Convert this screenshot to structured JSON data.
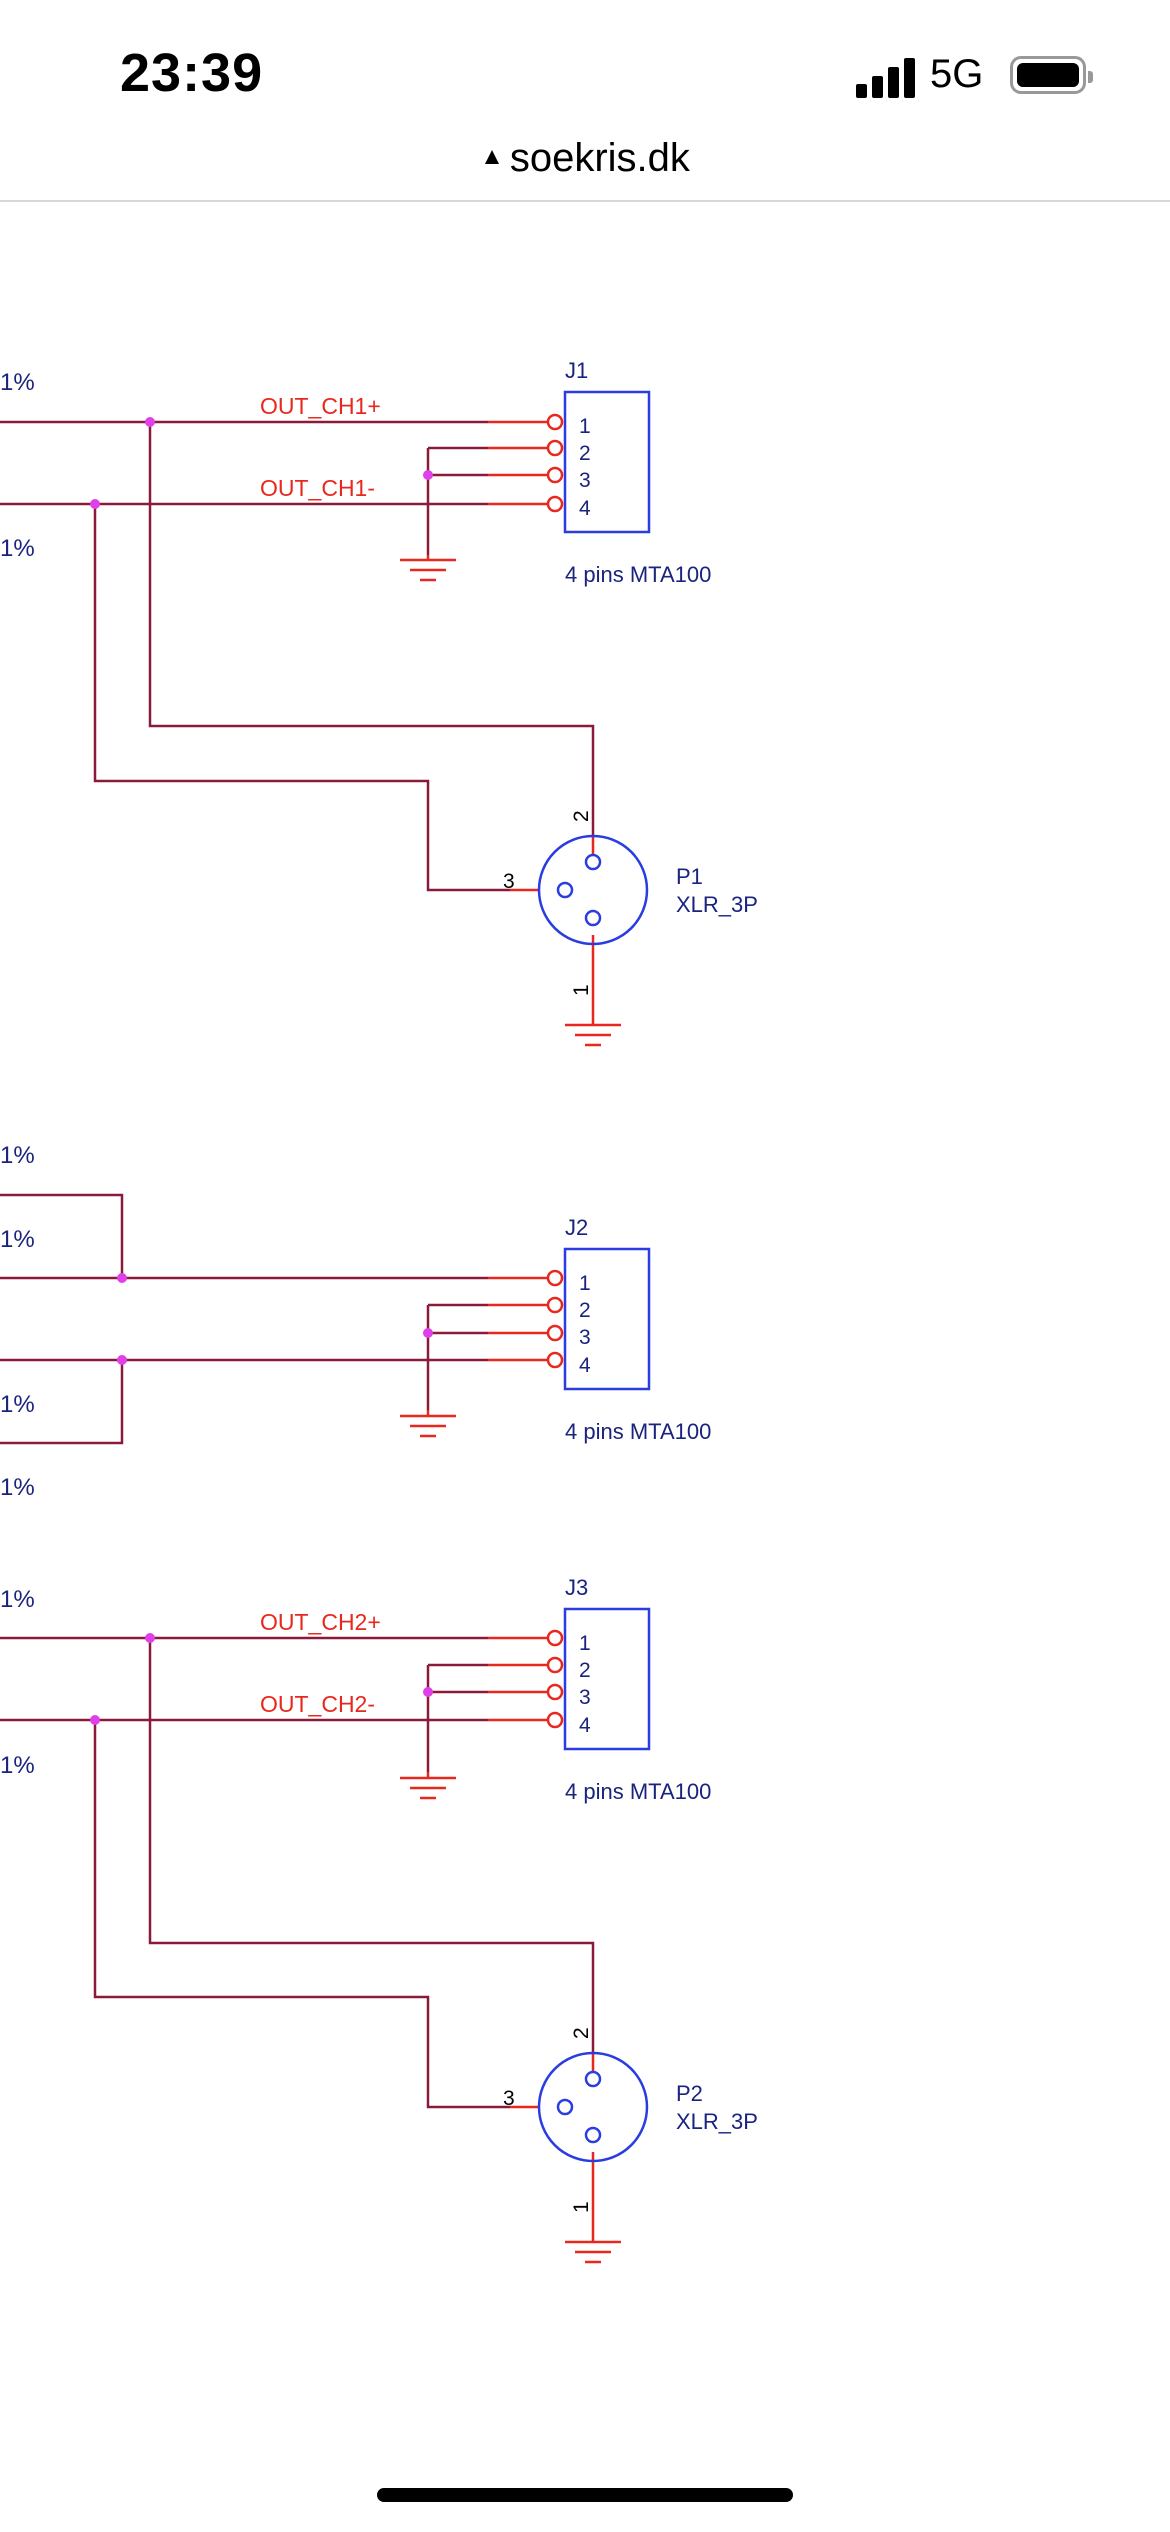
{
  "status_bar": {
    "time": "23:39",
    "network": "5G"
  },
  "browser": {
    "url": "soekris.dk",
    "warning_icon": "warning-triangle-icon"
  },
  "schematic": {
    "left_edge_fragments": [
      "1%",
      "1%",
      "1%",
      "1%",
      "1%",
      "1%",
      "1%",
      "1%"
    ],
    "nets": {
      "ch1_pos": "OUT_CH1+",
      "ch1_neg": "OUT_CH1-",
      "ch2_pos": "OUT_CH2+",
      "ch2_neg": "OUT_CH2-"
    },
    "connectors": [
      {
        "ref": "J1",
        "value": "4 pins MTA100",
        "pins": [
          "1",
          "2",
          "3",
          "4"
        ]
      },
      {
        "ref": "J2",
        "value": "4 pins MTA100",
        "pins": [
          "1",
          "2",
          "3",
          "4"
        ]
      },
      {
        "ref": "J3",
        "value": "4 pins MTA100",
        "pins": [
          "1",
          "2",
          "3",
          "4"
        ]
      }
    ],
    "xlr": [
      {
        "ref": "P1",
        "value": "XLR_3P",
        "pins": [
          "2",
          "3",
          "1"
        ]
      },
      {
        "ref": "P2",
        "value": "XLR_3P",
        "pins": [
          "2",
          "3",
          "1"
        ]
      }
    ],
    "colors": {
      "wire": "#8b1a3a",
      "pin": "#e8281e",
      "body": "#2a3de0",
      "junction": "#e040e8",
      "text_ref": "#1a237e",
      "net_label": "#e8281e"
    }
  }
}
